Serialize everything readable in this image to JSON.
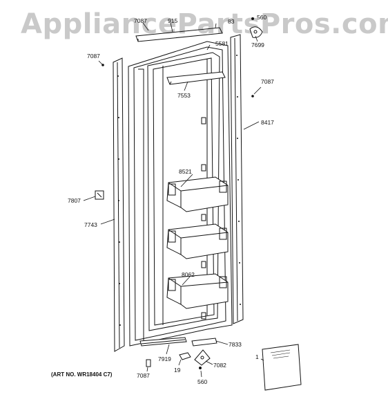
{
  "watermark": "AppliancePartsPros.com",
  "art_number": "(ART NO. WR18404 C7)",
  "callouts": {
    "c7087_top": "7087",
    "c915": "915",
    "c83": "83",
    "c560_top": "560",
    "c7699": "7699",
    "c5581": "5581",
    "c7087_left": "7087",
    "c7553": "7553",
    "c7087_right": "7087",
    "c8417": "8417",
    "c8521": "8521",
    "c7807": "7807",
    "c7743": "7743",
    "c8062": "8062",
    "c7833": "7833",
    "c7919": "7919",
    "c1": "1",
    "c7082": "7082",
    "c19": "19",
    "c7087_bottom": "7087",
    "c560_bottom": "560"
  }
}
